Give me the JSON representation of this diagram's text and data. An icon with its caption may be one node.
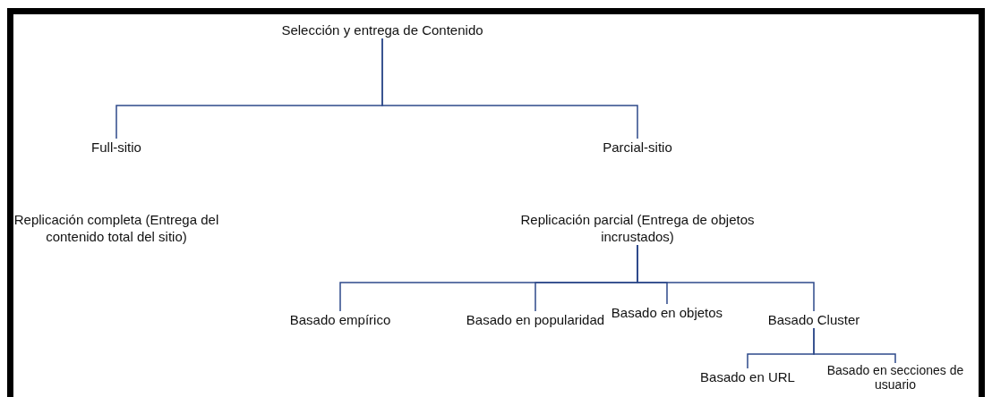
{
  "diagram": {
    "nodes": [
      {
        "text": [
          "Selección y entrega de Contenido"
        ]
      },
      {
        "text": [
          "Full-sitio",
          "Replicación completa (Entrega del contenido total del sitio)"
        ]
      },
      {
        "text": [
          "Parcial-sitio",
          "Replicación parcial (Entrega de objetos incrustados)"
        ]
      },
      {
        "text": [
          "Basado empírico"
        ]
      },
      {
        "text": [
          "Basado en popularidad"
        ]
      },
      {
        "text": [
          "Basado en objetos"
        ]
      },
      {
        "text": [
          "Basado Cluster"
        ]
      },
      {
        "text": [
          "Basado en URL"
        ]
      },
      {
        "text": [
          "Basado en secciones de usuario"
        ]
      }
    ],
    "edges": [
      {
        "from": 0,
        "to": 1,
        "arrow": "none"
      },
      {
        "from": 0,
        "to": 2,
        "arrow": "none"
      },
      {
        "from": 2,
        "to": 3,
        "arrow": "none"
      },
      {
        "from": 2,
        "to": 4,
        "arrow": "none"
      },
      {
        "from": 2,
        "to": 5,
        "arrow": "none"
      },
      {
        "from": 2,
        "to": 6,
        "arrow": "none"
      },
      {
        "from": 6,
        "to": 7,
        "arrow": "none"
      },
      {
        "from": 6,
        "to": 8,
        "arrow": "none"
      }
    ]
  }
}
